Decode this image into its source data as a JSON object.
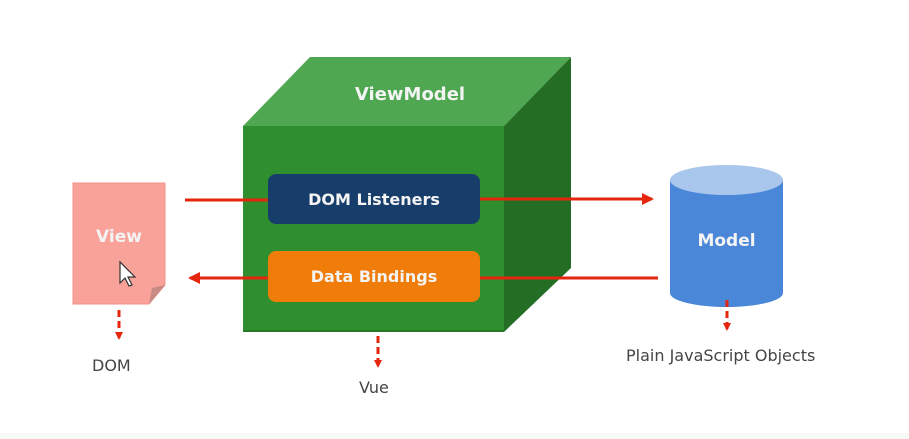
{
  "diagram": {
    "title": "Vue MVVM architecture",
    "view": {
      "label": "View",
      "caption": "DOM",
      "color": "#f9a29a"
    },
    "viewmodel": {
      "label": "ViewModel",
      "caption": "Vue",
      "color": "#2e8b2e"
    },
    "dom_listeners": {
      "label": "DOM Listeners",
      "color": "#173e6b"
    },
    "data_bindings": {
      "label": "Data Bindings",
      "color": "#f07c0a"
    },
    "model": {
      "label": "Model",
      "caption": "Plain JavaScript Objects",
      "color": "#4b87d8"
    },
    "arrow_color": "#e5250d",
    "connections": [
      {
        "from": "View",
        "to": "DOM Listeners"
      },
      {
        "from": "DOM Listeners",
        "to": "Model"
      },
      {
        "from": "Model",
        "to": "Data Bindings"
      },
      {
        "from": "Data Bindings",
        "to": "View"
      }
    ]
  }
}
